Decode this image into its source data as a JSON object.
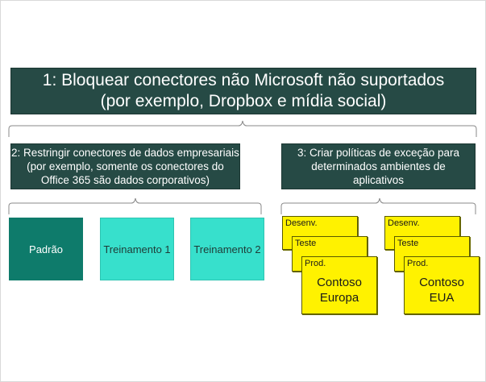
{
  "main": {
    "title": "1: Bloquear conectores não Microsoft não suportados\n(por exemplo, Dropbox e mídia social)"
  },
  "left_branch": {
    "title": "2: Restringir conectores de dados empresariais\n(por exemplo, somente os conectores do\nOffice 365 são dados corporativos)",
    "environments": [
      "Padrão",
      "Treinamento 1",
      "Treinamento 2"
    ]
  },
  "right_branch": {
    "title": "3: Criar políticas de exceção para\ndeterminados ambientes de\naplicativos",
    "stacks": [
      {
        "labels": [
          "Desenv.",
          "Teste",
          "Prod."
        ],
        "name": "Contoso\nEuropa"
      },
      {
        "labels": [
          "Desenv.",
          "Teste",
          "Prod."
        ],
        "name": "Contoso\nEUA"
      }
    ]
  },
  "colors": {
    "dark_box": "#264a45",
    "env_default": "#0e7b6b",
    "env_training": "#37e0cc",
    "card": "#fff200"
  }
}
